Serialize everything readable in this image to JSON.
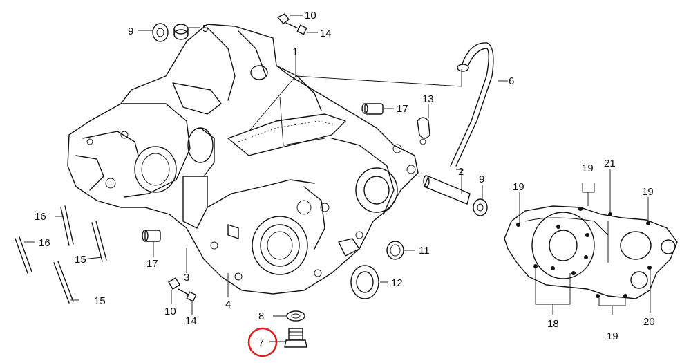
{
  "callouts": {
    "c1": "1",
    "c2": "2",
    "c3": "3",
    "c4": "4",
    "c5": "5",
    "c6": "6",
    "c7": "7",
    "c8": "8",
    "c9a": "9",
    "c9b": "9",
    "c10a": "10",
    "c10b": "10",
    "c11": "11",
    "c12": "12",
    "c13": "13",
    "c14a": "14",
    "c14b": "14",
    "c15a": "15",
    "c15b": "15",
    "c16a": "16",
    "c16b": "16",
    "c17a": "17",
    "c17b": "17",
    "c18": "18",
    "c19a": "19",
    "c19b": "19",
    "c19c": "19",
    "c19d": "19",
    "c20": "20",
    "c21": "21"
  },
  "highlight": {
    "part": "7",
    "color": "#e01b1b"
  }
}
